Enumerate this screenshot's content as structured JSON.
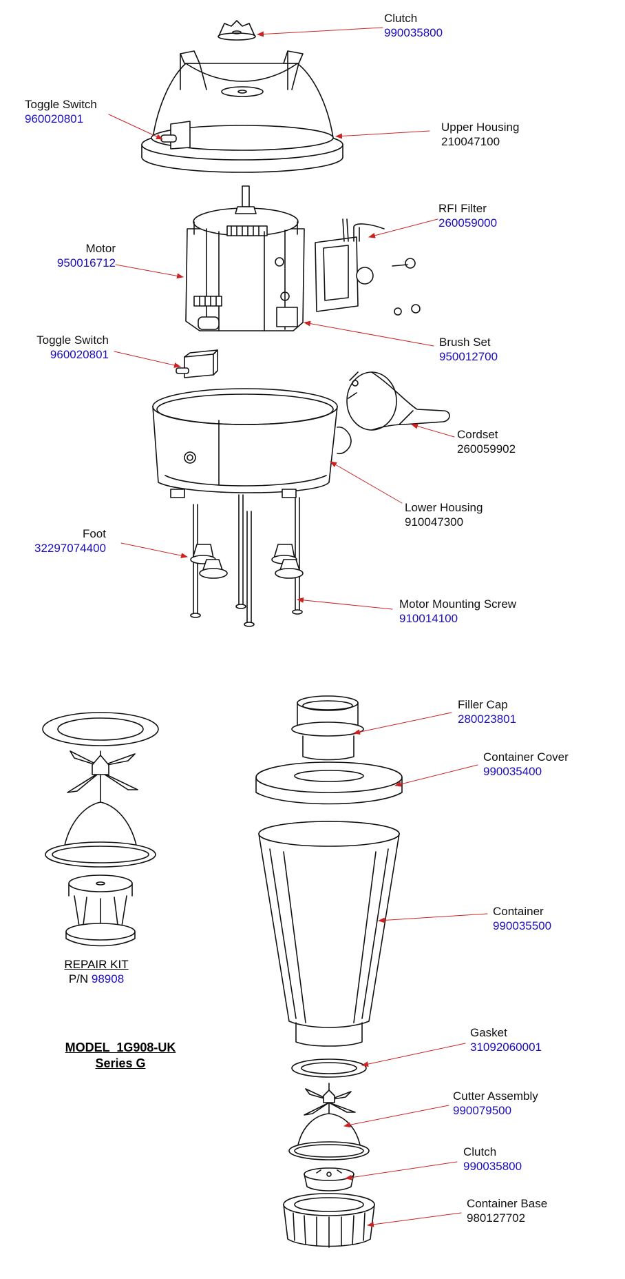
{
  "colors": {
    "part_number_blue": "#1a0dbf",
    "leader_red": "#cc2222",
    "ink": "#111111"
  },
  "parts": [
    {
      "id": "clutch-top",
      "name": "Clutch",
      "pn": "990035800",
      "pn_color": "blue"
    },
    {
      "id": "toggle-switch-upper",
      "name": "Toggle Switch",
      "pn": "960020801",
      "pn_color": "blue"
    },
    {
      "id": "upper-housing",
      "name": "Upper Housing",
      "pn": "210047100",
      "pn_color": "black"
    },
    {
      "id": "rfi-filter",
      "name": "RFI Filter",
      "pn": "260059000",
      "pn_color": "blue"
    },
    {
      "id": "motor",
      "name": "Motor",
      "pn": "950016712",
      "pn_color": "blue"
    },
    {
      "id": "toggle-switch-lower",
      "name": "Toggle Switch",
      "pn": "960020801",
      "pn_color": "blue"
    },
    {
      "id": "brush-set",
      "name": "Brush Set",
      "pn": "950012700",
      "pn_color": "blue"
    },
    {
      "id": "cordset",
      "name": "Cordset",
      "pn": "260059902",
      "pn_color": "black"
    },
    {
      "id": "lower-housing",
      "name": "Lower Housing",
      "pn": "910047300",
      "pn_color": "black"
    },
    {
      "id": "foot",
      "name": "Foot",
      "pn": "32297074400",
      "pn_color": "blue"
    },
    {
      "id": "motor-mounting-screw",
      "name": "Motor Mounting Screw",
      "pn": "910014100",
      "pn_color": "blue"
    },
    {
      "id": "filler-cap",
      "name": "Filler Cap",
      "pn": "280023801",
      "pn_color": "blue"
    },
    {
      "id": "container-cover",
      "name": "Container Cover",
      "pn": "990035400",
      "pn_color": "blue"
    },
    {
      "id": "container",
      "name": "Container",
      "pn": "990035500",
      "pn_color": "blue"
    },
    {
      "id": "gasket",
      "name": "Gasket",
      "pn": "31092060001",
      "pn_color": "blue"
    },
    {
      "id": "cutter-assembly",
      "name": "Cutter Assembly",
      "pn": "990079500",
      "pn_color": "blue"
    },
    {
      "id": "clutch-bottom",
      "name": "Clutch",
      "pn": "990035800",
      "pn_color": "blue"
    },
    {
      "id": "container-base",
      "name": "Container Base",
      "pn": "980127702",
      "pn_color": "black"
    }
  ],
  "repair_kit": {
    "title": "REPAIR KIT",
    "pn_prefix": "P/N ",
    "pn": "98908"
  },
  "model": {
    "line1": "MODEL  1G908-UK",
    "line2": "Series G"
  }
}
